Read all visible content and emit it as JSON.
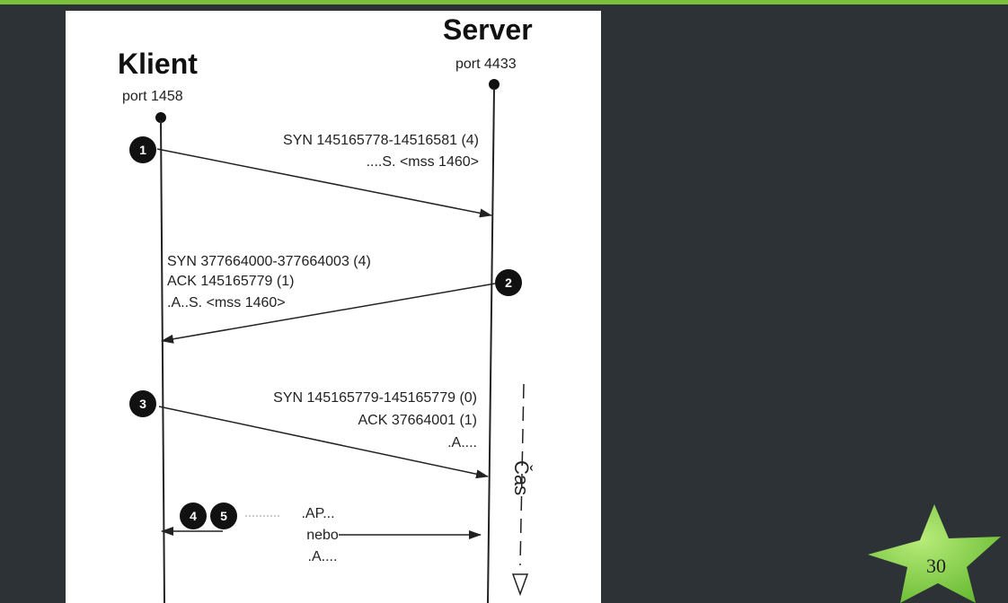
{
  "diagram": {
    "client": {
      "title": "Klient",
      "port": "port 1458"
    },
    "server": {
      "title": "Server",
      "port": "port 4433"
    },
    "steps": [
      {
        "number": "1",
        "lines": [
          "SYN 145165778-14516581 (4)",
          "....S. <mss 1460>"
        ]
      },
      {
        "number": "2",
        "lines": [
          "SYN 377664000-377664003 (4)",
          "ACK 145165779 (1)",
          ".A..S. <mss 1460>"
        ]
      },
      {
        "number": "3",
        "lines": [
          "SYN 145165779-145165779 (0)",
          "ACK 37664001 (1)",
          ".A...."
        ]
      },
      {
        "number": "4",
        "lines": []
      },
      {
        "number": "5",
        "lines": [
          ".AP...",
          "nebo",
          ".A...."
        ]
      }
    ],
    "time_label": "Čas"
  },
  "slide": {
    "page_number": "30"
  },
  "colors": {
    "background": "#2d3236",
    "accent": "#7bbf3a",
    "star": "#8cd448"
  }
}
